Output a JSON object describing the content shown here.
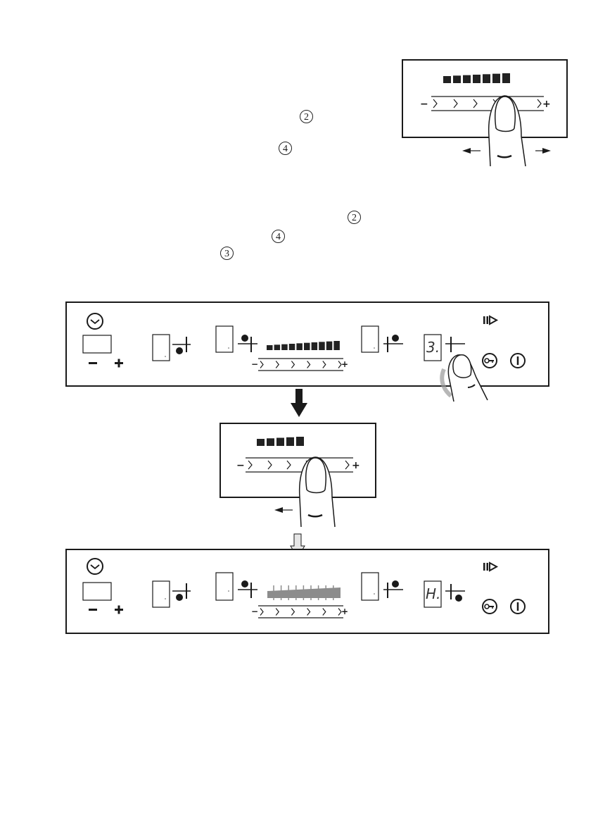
{
  "page": {
    "colors": {
      "ink": "#1a1a1a",
      "bar_fill": "#222222",
      "gray_bar": "#8c8c8c",
      "arrow_hollow_fill": "#e6e6e6"
    }
  },
  "callouts": [
    {
      "id": "callout-1",
      "label": "2"
    },
    {
      "id": "callout-2",
      "label": "4"
    },
    {
      "id": "callout-3",
      "label": "2"
    },
    {
      "id": "callout-4",
      "label": "4"
    },
    {
      "id": "callout-5",
      "label": "3"
    }
  ],
  "top_inset": {
    "level_bars": 7,
    "slider_minus": "−",
    "slider_plus": "+",
    "gesture": "slide-left-right",
    "icons": [
      "finger-icon",
      "arrow-left-icon",
      "arrow-right-icon"
    ]
  },
  "panel_before": {
    "timer": {
      "icon": "clock-icon",
      "minus": "−",
      "plus": "+",
      "display": ""
    },
    "zones": [
      {
        "position": "rear-left",
        "display": "",
        "icon": "zone-indicator-icon"
      },
      {
        "position": "front-left",
        "display": "",
        "icon": "zone-indicator-icon"
      },
      {
        "position": "rear-right",
        "display": "",
        "icon": "zone-indicator-icon"
      },
      {
        "position": "front-right",
        "display": "3.",
        "icon": "zone-indicator-icon",
        "touched": true
      }
    ],
    "power_slider": {
      "level_bars": 10,
      "minus": "−",
      "plus": "+",
      "chevrons": 6
    },
    "icons": {
      "pause": "pause-play-icon",
      "lock": "key-lock-icon",
      "power": "power-icon"
    }
  },
  "middle_inset": {
    "level_bars": 5,
    "slider_minus": "−",
    "slider_plus": "+",
    "gesture": "slide-left",
    "icons": [
      "finger-icon",
      "arrow-left-icon"
    ]
  },
  "panel_after": {
    "timer": {
      "icon": "clock-icon",
      "minus": "−",
      "plus": "+",
      "display": ""
    },
    "zones": [
      {
        "position": "rear-left",
        "display": "",
        "icon": "zone-indicator-icon"
      },
      {
        "position": "front-left",
        "display": "",
        "icon": "zone-indicator-icon"
      },
      {
        "position": "rear-right",
        "display": "",
        "icon": "zone-indicator-icon"
      },
      {
        "position": "front-right",
        "display": "H.",
        "icon": "zone-indicator-icon"
      }
    ],
    "power_slider": {
      "level_ticks": 9,
      "state": "greyed",
      "minus": "−",
      "plus": "+",
      "chevrons": 6
    },
    "icons": {
      "pause": "pause-play-icon",
      "lock": "key-lock-icon",
      "power": "power-icon"
    }
  }
}
